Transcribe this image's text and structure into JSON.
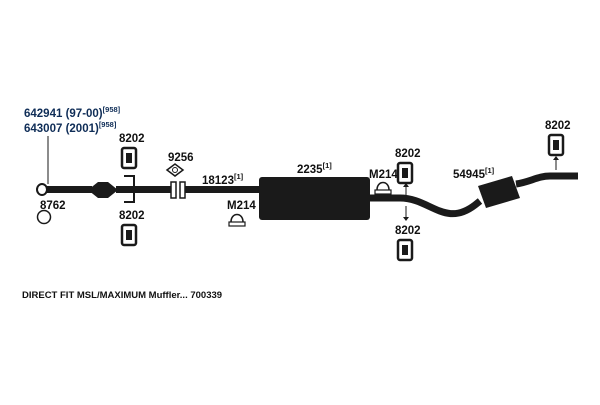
{
  "colors": {
    "pipe": "#1a1a1a",
    "label_primary": "#0f2d57",
    "label_secondary": "#111111",
    "background": "#ffffff"
  },
  "labels": {
    "part_642941": "642941 (97-00)",
    "part_642941_ref": "[958]",
    "part_643007": "643007 (2001)",
    "part_643007_ref": "[958]",
    "hanger_8202_a": "8202",
    "hanger_8202_b": "8202",
    "hanger_8202_c": "8202",
    "hanger_8202_d": "8202",
    "hanger_8202_e": "8202",
    "gasket_9256": "9256",
    "gasket_8762": "8762",
    "pipe_18123": "18123",
    "pipe_18123_ref": "[1]",
    "clamp_m214_a": "M214",
    "clamp_m214_b": "M214",
    "muffler_2235": "2235",
    "muffler_2235_ref": "[1]",
    "tailpipe_54945": "54945",
    "tailpipe_54945_ref": "[1]"
  },
  "caption": "DIRECT FIT MSL/MAXIMUM Muffler... 700339",
  "icons": [
    "rubber-hanger-icon",
    "clamp-icon",
    "donut-gasket-icon",
    "flange-gasket-icon",
    "arrow-icon"
  ]
}
